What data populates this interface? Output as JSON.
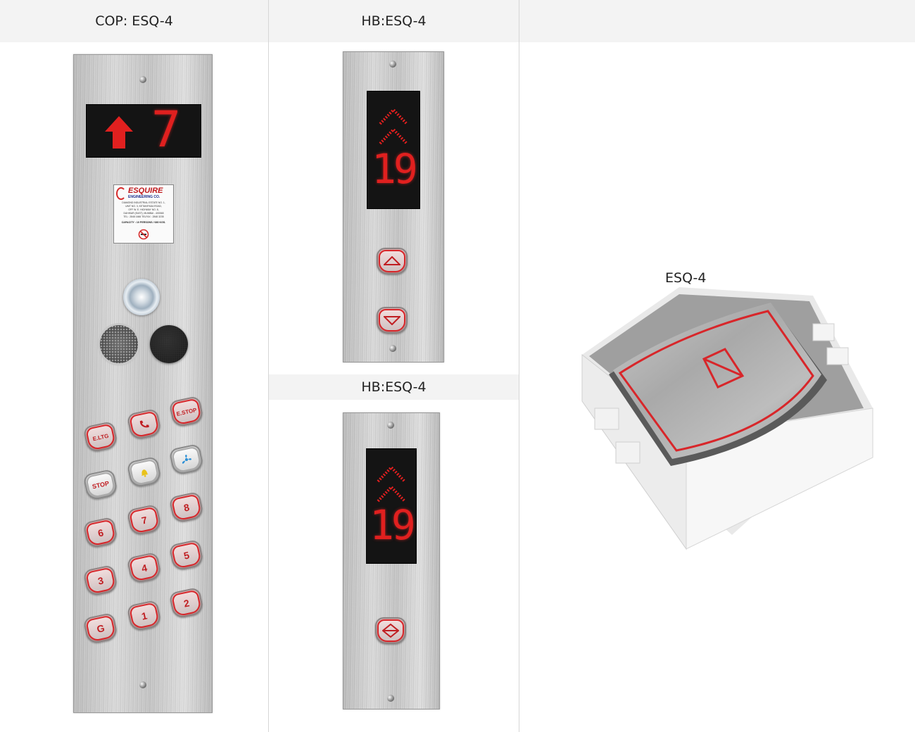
{
  "columns": {
    "cop_title": "COP: ESQ-4",
    "hb_title_1": "HB:ESQ-4",
    "hb_title_2": "HB:ESQ-4",
    "button_title": "ESQ-4"
  },
  "cop": {
    "display_floor": "7",
    "display_direction": "up",
    "brand_name": "ESQUIRE",
    "brand_sub": "ENGINEERING CO.",
    "address_lines": [
      "DIAMOND INDUSTRIAL ESTATE NO. 1,",
      "UNIT NO. 3, KETAKIPADA ROAD,",
      "OFF W. E. HIGHWAY NO. 8,",
      "DAHISAR (EAST), MUMBAI - 400068",
      "TEL : 2848 1666 TELFAX : 2848 3235"
    ],
    "capacity": "CAPACITY : 10 PERSONS / 680 KGS.",
    "buttons": [
      {
        "label": "E.STOP",
        "kind": "text"
      },
      {
        "label": "",
        "kind": "phone-icon"
      },
      {
        "label": "E.LTG",
        "kind": "text"
      },
      {
        "label": "",
        "kind": "fan-icon"
      },
      {
        "label": "",
        "kind": "bell-icon"
      },
      {
        "label": "STOP",
        "kind": "text"
      },
      {
        "label": "8",
        "kind": "number"
      },
      {
        "label": "7",
        "kind": "number"
      },
      {
        "label": "6",
        "kind": "number"
      },
      {
        "label": "5",
        "kind": "number"
      },
      {
        "label": "4",
        "kind": "number"
      },
      {
        "label": "3",
        "kind": "number"
      },
      {
        "label": "2",
        "kind": "number"
      },
      {
        "label": "1",
        "kind": "number"
      },
      {
        "label": "G",
        "kind": "number"
      }
    ]
  },
  "hall_button_1": {
    "display_floor": "19",
    "display_direction": "up",
    "buttons": [
      "up-arrow-icon",
      "down-arrow-icon"
    ]
  },
  "hall_button_2": {
    "display_floor": "19",
    "display_direction": "up",
    "buttons": [
      "up-down-arrow-icon"
    ]
  },
  "colors": {
    "led_red": "#e0201f",
    "panel_steel": "#cfcfcf",
    "header_bg": "#f3f3f3"
  }
}
